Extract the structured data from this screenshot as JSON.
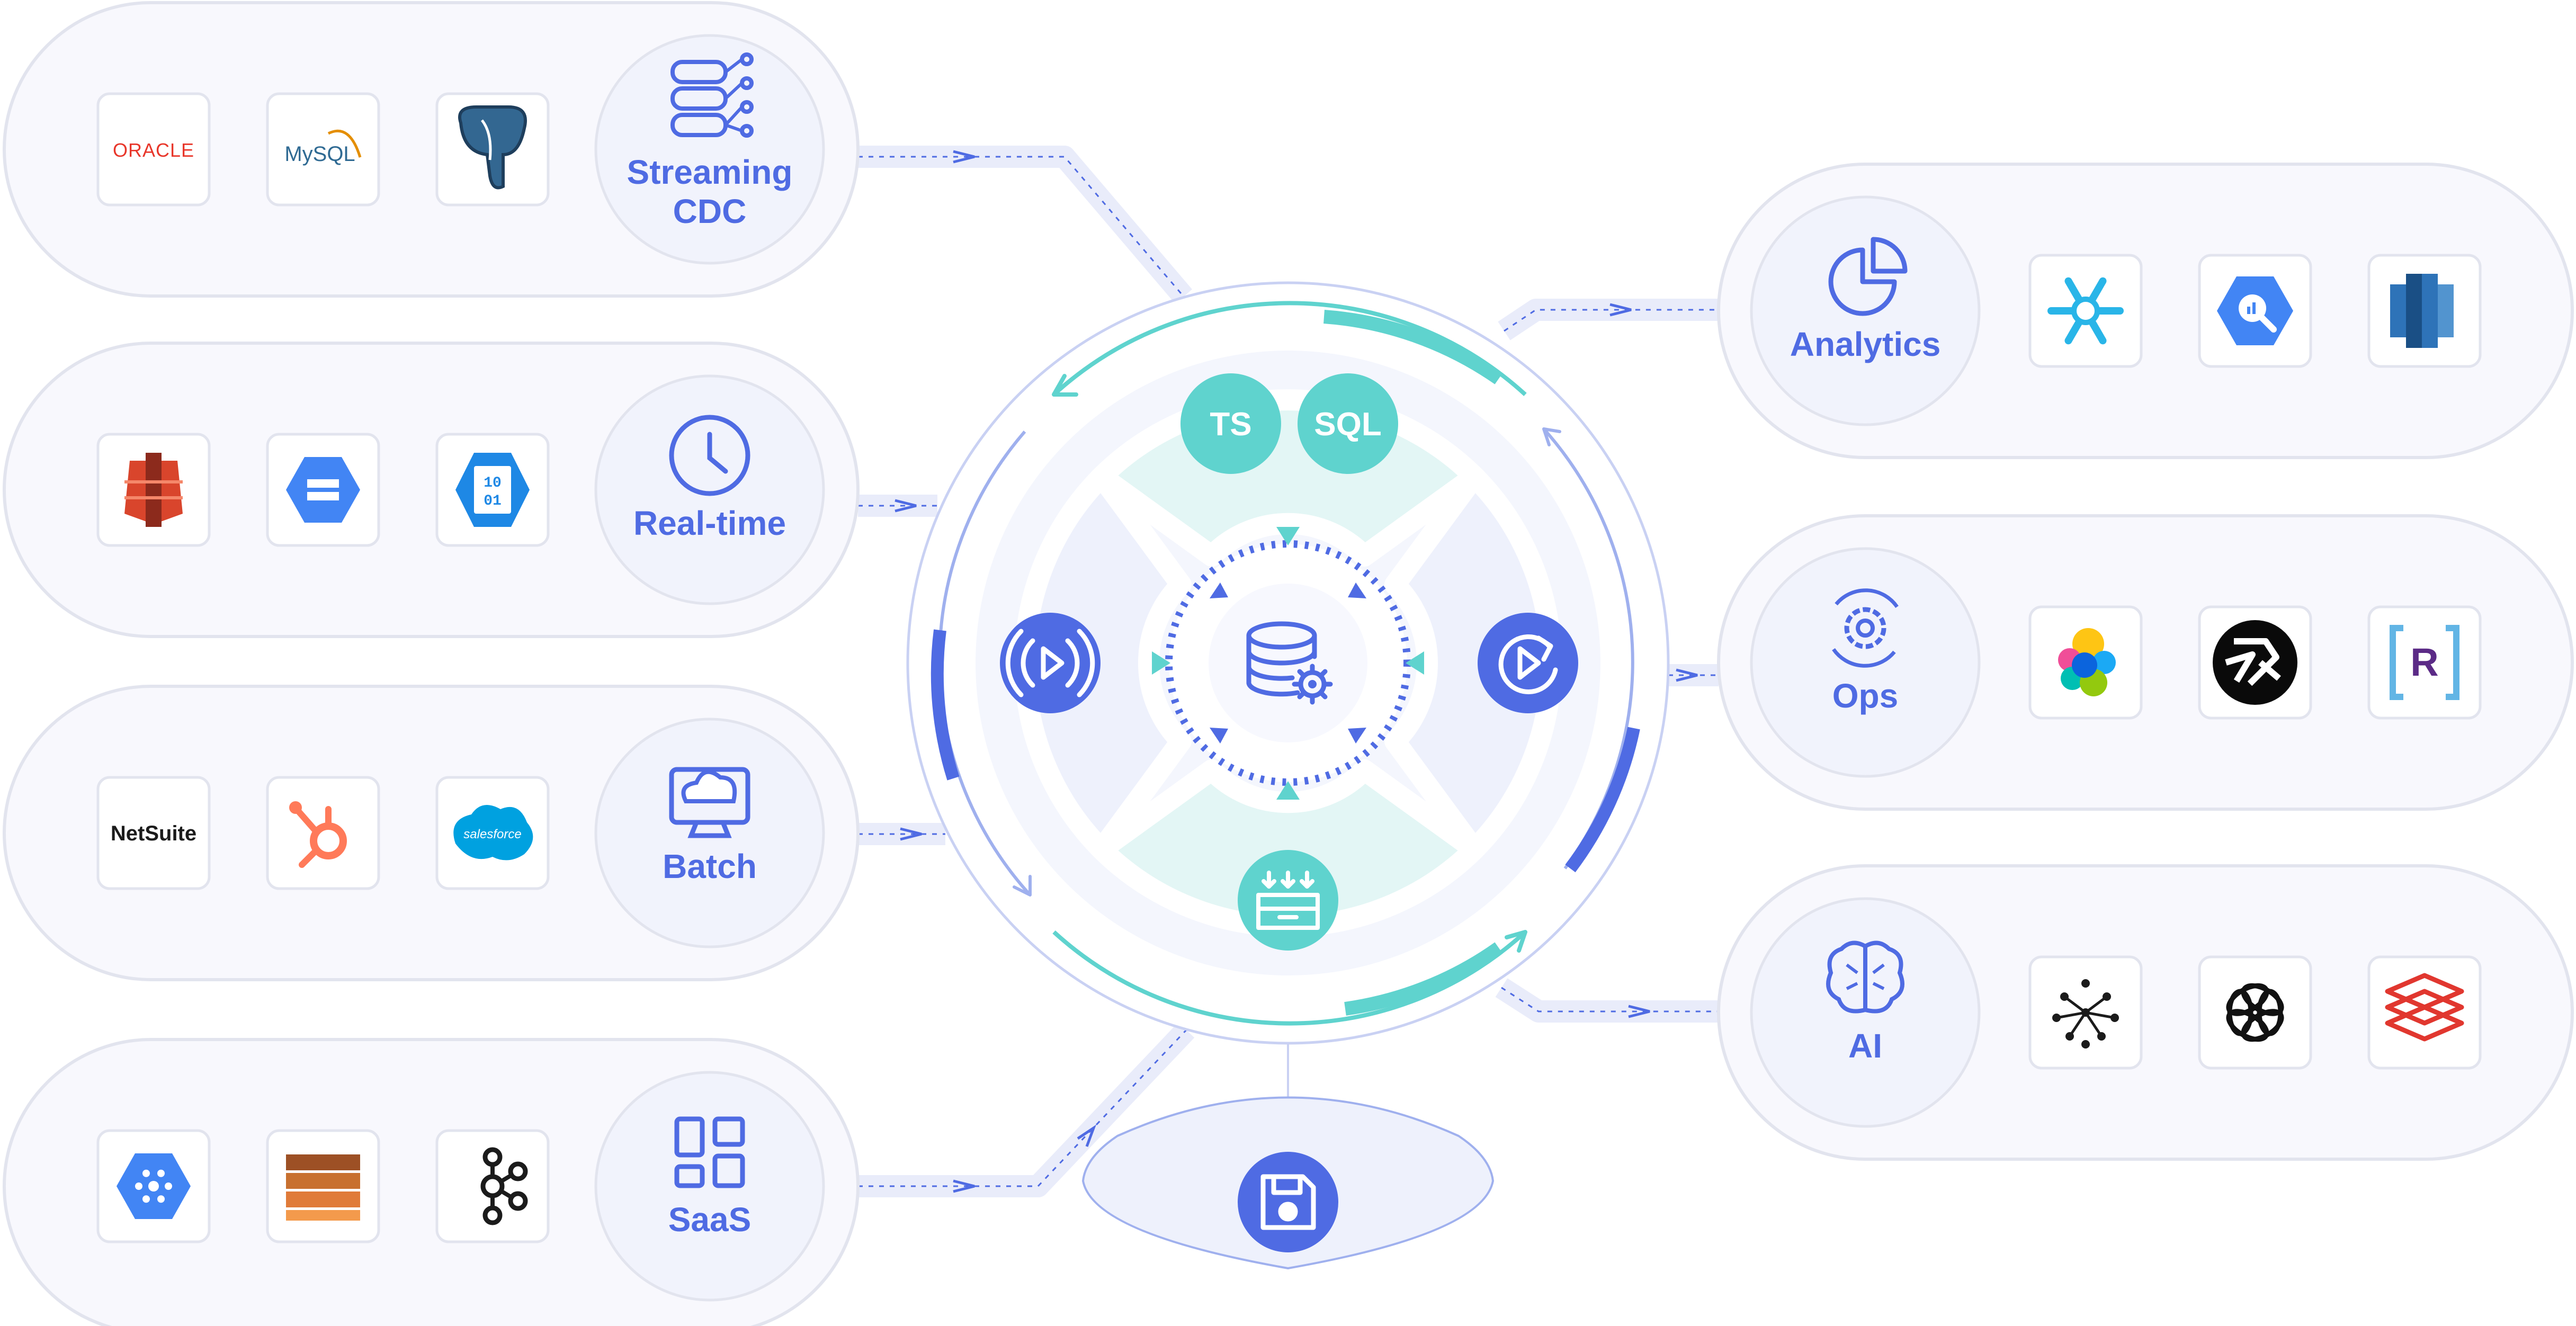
{
  "sources": [
    {
      "label_lines": [
        "Streaming",
        "CDC"
      ],
      "icon": "database-stack-icon",
      "logos": [
        "oracle-logo",
        "mysql-logo",
        "postgresql-logo"
      ],
      "logo_texts": [
        "ORACLE",
        "MySQL",
        ""
      ]
    },
    {
      "label_lines": [
        "Real-time"
      ],
      "icon": "clock-icon",
      "logos": [
        "aws-s3-logo",
        "google-cloud-storage-logo",
        "azure-blob-logo"
      ],
      "logo_texts": [
        "",
        "",
        "10 01"
      ]
    },
    {
      "label_lines": [
        "Batch"
      ],
      "icon": "cloud-monitor-icon",
      "logos": [
        "netsuite-logo",
        "hubspot-logo",
        "salesforce-logo"
      ],
      "logo_texts": [
        "NetSuite",
        "",
        "salesforce"
      ]
    },
    {
      "label_lines": [
        "SaaS"
      ],
      "icon": "grid-icon",
      "logos": [
        "google-pubsub-logo",
        "aws-kinesis-logo",
        "kafka-logo"
      ],
      "logo_texts": [
        "",
        "",
        ""
      ]
    }
  ],
  "destinations": [
    {
      "label_lines": [
        "Analytics"
      ],
      "icon": "pie-chart-icon",
      "logos": [
        "snowflake-logo",
        "bigquery-logo",
        "redshift-logo"
      ]
    },
    {
      "label_lines": [
        "Ops"
      ],
      "icon": "gear-cycle-icon",
      "logos": [
        "elastic-logo",
        "cockroachdb-logo",
        "rockset-logo"
      ],
      "logo_texts": [
        "",
        "",
        "R"
      ]
    },
    {
      "label_lines": [
        "AI"
      ],
      "icon": "brain-icon",
      "logos": [
        "pinecone-logo",
        "openai-logo",
        "databricks-logo"
      ]
    }
  ],
  "hub": {
    "badges": [
      "TS",
      "SQL"
    ],
    "center_icon": "database-gear-icon",
    "left_icon": "broadcast-play-icon",
    "right_icon": "replay-icon",
    "bottom_icon": "inbox-download-icon",
    "storage_icon": "save-disk-icon"
  },
  "colors": {
    "accent": "#4F6BE3",
    "teal": "#5FD3CE",
    "teal_light": "#E3F6F5",
    "panel": "#F8F8FD",
    "pill_border": "#E2E4EE",
    "connector": "#E9ECFA",
    "hub_quadrant": "#EEF1FC"
  }
}
